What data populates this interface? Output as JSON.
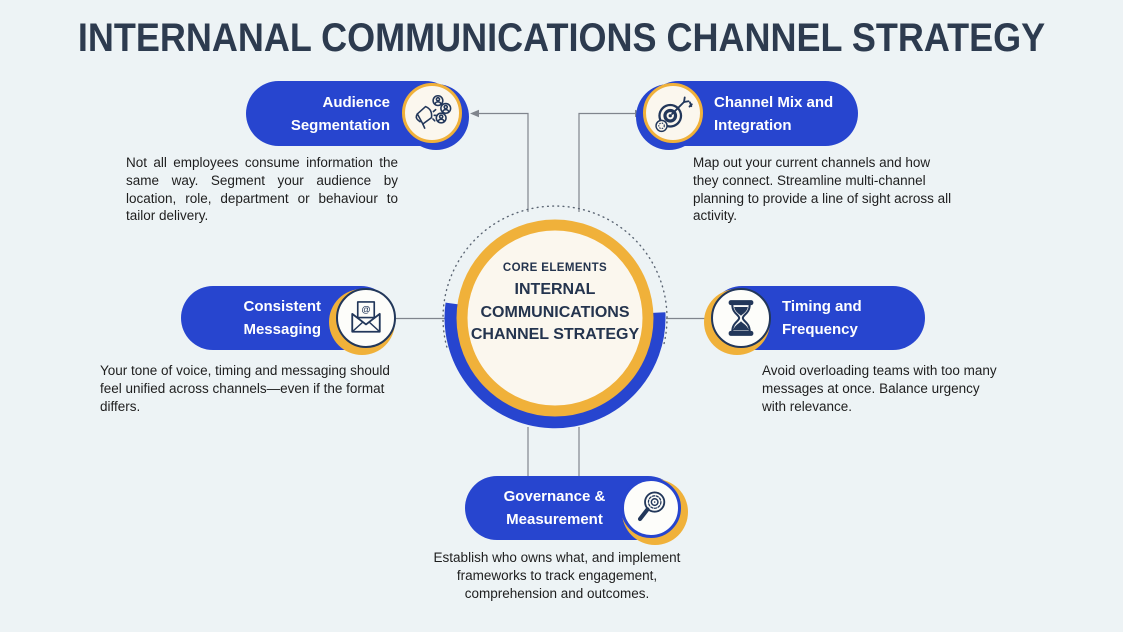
{
  "title": "INTERNANAL COMMUNICATIONS CHANNEL STRATEGY",
  "center": {
    "eyebrow": "CORE ELEMENTS",
    "label": "INTERNAL COMMUNICATIONS CHANNEL STRATEGY"
  },
  "nodes": [
    {
      "label": "Audience Segmentation",
      "icon": "megaphone-audience-icon",
      "description": "Not all employees consume information the same way. Segment your audience by location, role, department or behaviour to tailor delivery."
    },
    {
      "label": "Channel Mix and Integration",
      "icon": "target-dart-icon",
      "description": "Map out your current channels and how they connect. Streamline multi-channel planning to provide a line of sight across all activity."
    },
    {
      "label": "Consistent Messaging",
      "icon": "envelope-at-icon",
      "description": "Your tone of voice, timing and messaging should feel unified across channels—even if the format differs."
    },
    {
      "label": "Timing and Frequency",
      "icon": "hourglass-icon",
      "description": "Avoid overloading teams with too many messages at once. Balance urgency with relevance."
    },
    {
      "label": "Governance & Measurement",
      "icon": "magnifier-gear-icon",
      "description": "Establish who owns what, and implement frameworks to track engagement, comprehension and outcomes."
    }
  ],
  "colors": {
    "background": "#edf3f5",
    "pill_blue": "#2745cf",
    "ring_yellow": "#f0b13a",
    "icon_navy": "#22375a",
    "cream": "#fbf7ee",
    "title_navy": "#2d3b4f",
    "connector_gray": "#80858d"
  }
}
